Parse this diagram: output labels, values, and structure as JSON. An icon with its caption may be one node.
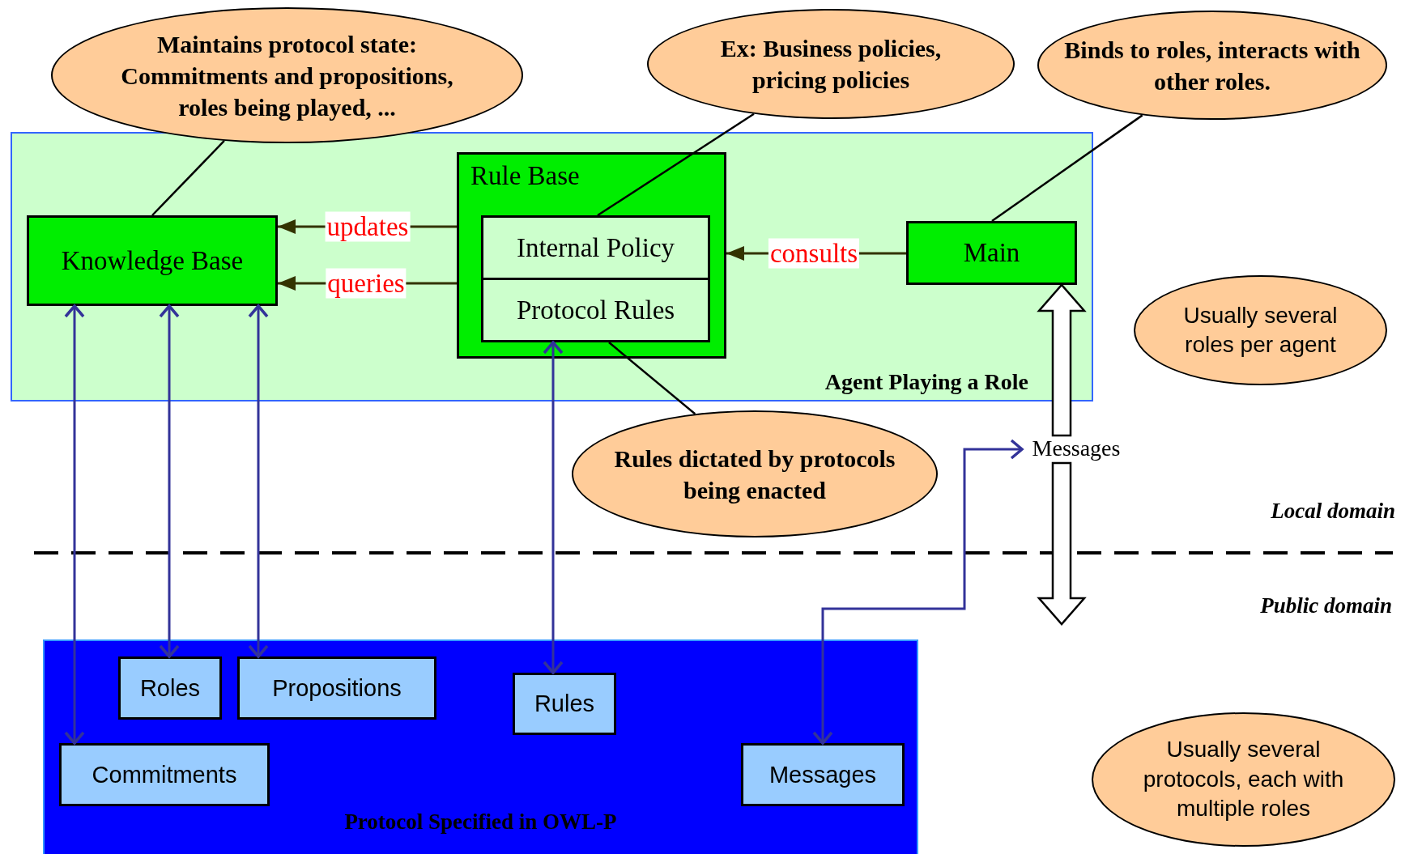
{
  "diagram": {
    "nodes": [
      {
        "text": [
          "Maintains protocol state: Commitments and propositions, roles being played, ..."
        ]
      },
      {
        "text": [
          "Ex: Business policies, pricing policies"
        ]
      },
      {
        "text": [
          "Binds to roles, interacts with other roles."
        ]
      },
      {
        "text": [
          "Agent Playing a Role"
        ]
      },
      {
        "text": [
          "Knowledge Base"
        ],
        "in": 3
      },
      {
        "text": [
          "Rule Base"
        ],
        "in": 3
      },
      {
        "text": [
          "Internal Policy"
        ],
        "in": 5
      },
      {
        "text": [
          "Protocol Rules"
        ],
        "in": 5
      },
      {
        "text": [
          "Main"
        ],
        "in": 3
      },
      {
        "text": [
          "Usually several roles per agent"
        ]
      },
      {
        "text": [
          "Rules dictated by protocols being enacted"
        ]
      },
      {
        "text": [
          "Messages"
        ]
      },
      {
        "text": [
          "Protocol Specified in OWL-P"
        ]
      },
      {
        "text": [
          "Roles"
        ],
        "in": 12
      },
      {
        "text": [
          "Propositions"
        ],
        "in": 12
      },
      {
        "text": [
          "Rules"
        ],
        "in": 12
      },
      {
        "text": [
          "Commitments"
        ],
        "in": 12
      },
      {
        "text": [
          "Messages"
        ],
        "in": 12
      },
      {
        "text": [
          "Usually several protocols, each with multiple roles"
        ]
      }
    ],
    "edges": [
      {
        "from": 5,
        "to": 4,
        "arrow": "to",
        "label": "updates",
        "color": "#333300"
      },
      {
        "from": 5,
        "to": 4,
        "arrow": "to",
        "label": "queries",
        "color": "#333300"
      },
      {
        "from": 8,
        "to": 5,
        "arrow": "to",
        "label": "consults",
        "color": "#333300"
      },
      {
        "from": 4,
        "to": 16,
        "arrow": "both",
        "color": "#333399"
      },
      {
        "from": 4,
        "to": 13,
        "arrow": "both",
        "color": "#333399"
      },
      {
        "from": 4,
        "to": 14,
        "arrow": "both",
        "color": "#333399"
      },
      {
        "from": 7,
        "to": 15,
        "arrow": "both",
        "color": "#333399"
      },
      {
        "from": 17,
        "to": 11,
        "arrow": "both",
        "color": "#333399"
      },
      {
        "from": 11,
        "to": 8,
        "arrow": "to",
        "style": "thick",
        "color": "#000000"
      },
      {
        "from": 11,
        "to": null,
        "arrow": "to",
        "style": "thick",
        "color": "#000000"
      },
      {
        "from": 0,
        "to": 4,
        "arrow": "none",
        "color": "#000000"
      },
      {
        "from": 1,
        "to": 6,
        "arrow": "none",
        "color": "#000000"
      },
      {
        "from": 2,
        "to": 8,
        "arrow": "none",
        "color": "#000000"
      },
      {
        "from": 10,
        "to": 7,
        "arrow": "none",
        "color": "#000000"
      }
    ],
    "labels": [
      "Local domain",
      "Public domain"
    ]
  }
}
